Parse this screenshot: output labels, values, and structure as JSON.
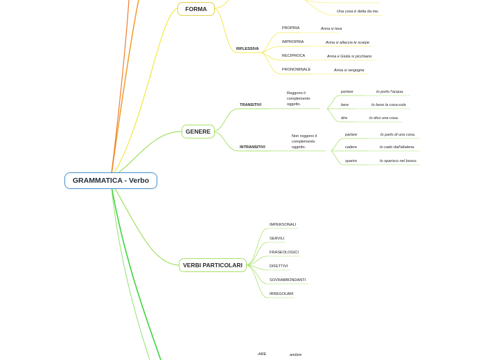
{
  "root": {
    "label": "GRAMMATICA - Verbo"
  },
  "forma": {
    "label": "FORMA",
    "top_example": "Una cosa è detta da me.",
    "riflessiva": {
      "label": "RIFLESSIVA",
      "items": [
        {
          "label": "PROPRIA",
          "example": "Anna si lava"
        },
        {
          "label": "IMPROPRIA",
          "example": "Anna si allaccia le scarpe"
        },
        {
          "label": "RECIPROCA",
          "example": "Anna e Giulia si picchiano"
        },
        {
          "label": "PRONOMINALE",
          "example": "Anna si vergogna"
        }
      ]
    }
  },
  "genere": {
    "label": "GENERE",
    "transitivi": {
      "label": "TRANSITIVI",
      "desc": "Reggono il complemento oggetto.",
      "items": [
        {
          "verb": "portare",
          "example": "Io porto l'acqua."
        },
        {
          "verb": "bere",
          "example": "Io bevo la coca-cola"
        },
        {
          "verb": "dire",
          "example": "Io dico una cosa."
        }
      ]
    },
    "intransitivi": {
      "label": "INTRANSITIVI",
      "desc": "Non reggono il complemento oggetto.",
      "items": [
        {
          "verb": "parlare",
          "example": "Io parlo di una cosa."
        },
        {
          "verb": "cadere",
          "example": "Io cado dall'altalena."
        },
        {
          "verb": "sparire",
          "example": "Io sparisco nel bosco."
        }
      ]
    }
  },
  "verbi_particolari": {
    "label": "VERBI PARTICOLARI",
    "items": [
      "IMPERSONALI",
      "SERVILI",
      "FRASEOLOGICI",
      "DIFETTIVI",
      "SOVRABBONDANTI",
      "IRREGOLARI"
    ]
  },
  "bottom": {
    "suffix": "-ARE",
    "verb": "andare"
  },
  "colors": {
    "root_border": "#3d8fd1",
    "forma": "#e0d04a",
    "genere": "#a8e06a",
    "orange": "#f0a030",
    "green": "#3ed43e"
  }
}
